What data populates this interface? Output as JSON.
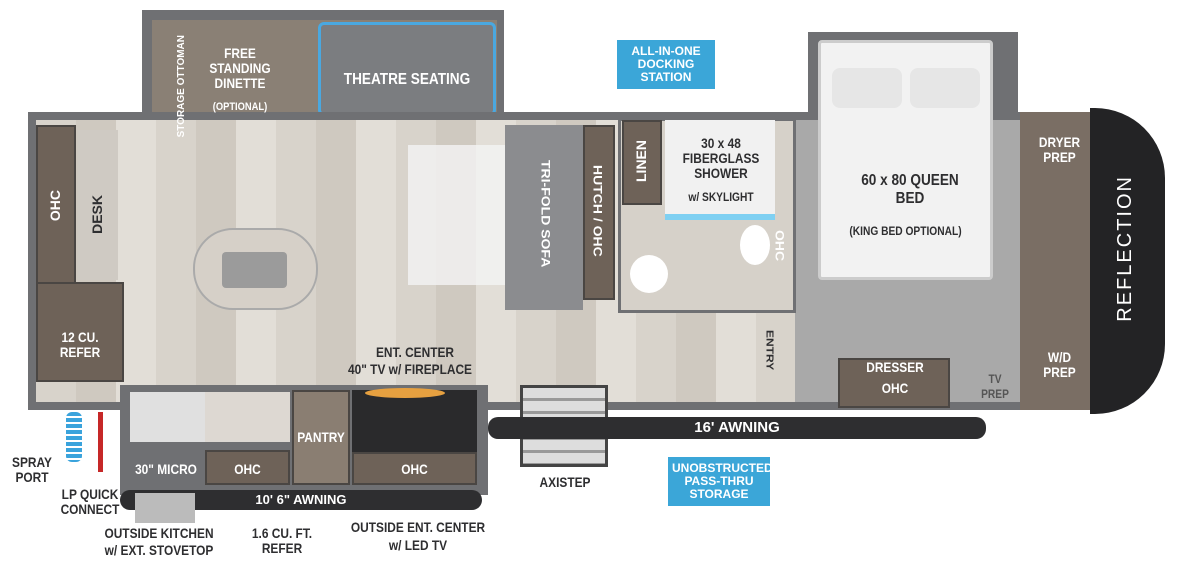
{
  "brand": "REFLECTION",
  "labels": {
    "ohc_left": "OHC",
    "desk": "DESK",
    "refer": "12 CU. REFER",
    "storage_ottoman": "STORAGE OTTOMAN",
    "dinette": "FREE STANDING DINETTE",
    "dinette_opt": "(OPTIONAL)",
    "theatre": "THEATRE SEATING",
    "sofa": "TRI-FOLD SOFA",
    "hutch": "HUTCH / OHC",
    "linen": "LINEN",
    "shower": "30 x 48 FIBERGLASS SHOWER",
    "shower_sub": "w/ SKYLIGHT",
    "ohc_bath": "OHC",
    "bed": "60 x 80 QUEEN BED",
    "bed_opt": "(KING BED OPTIONAL)",
    "dryer": "DRYER PREP",
    "wd": "W/D PREP",
    "dresser": "DRESSER",
    "ohc_dresser": "OHC",
    "tv_prep": "TV PREP",
    "entry": "ENTRY",
    "ent_center": "ENT. CENTER",
    "ent_tv": "40\" TV w/ FIREPLACE",
    "micro": "30\" MICRO",
    "ohc_k1": "OHC",
    "pantry": "PANTRY",
    "ohc_k2": "OHC",
    "spray": "SPRAY PORT",
    "lp": "LP QUICK CONNECT",
    "outside_kitchen": "OUTSIDE KITCHEN",
    "outside_kitchen_sub": "w/ EXT. STOVETOP",
    "mini_refer": "1.6 CU. FT. REFER",
    "outside_ent": "OUTSIDE ENT. CENTER",
    "outside_ent_sub": "w/ LED TV",
    "axistep": "AXISTEP",
    "awning_16": "16' AWNING",
    "awning_10": "10' 6\" AWNING"
  },
  "callouts": {
    "docking": "ALL-IN-ONE DOCKING STATION",
    "storage": "UNOBSTRUCTED PASS-THRU STORAGE"
  },
  "colors": {
    "callout": "#3ba6d8",
    "wall": "#6f7073",
    "cap": "#232325"
  }
}
